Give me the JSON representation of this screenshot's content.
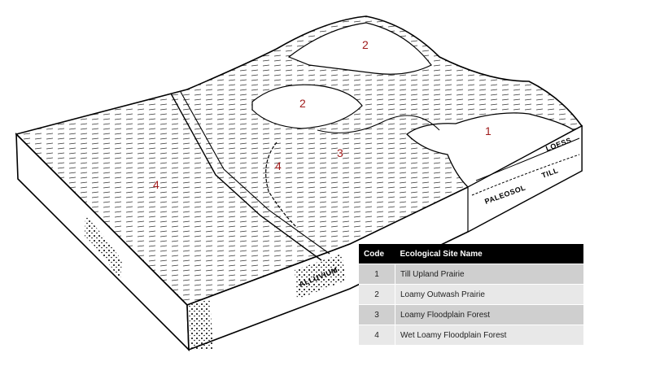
{
  "zones": {
    "z1": "1",
    "z2a": "2",
    "z2b": "2",
    "z3": "3",
    "z4a": "4",
    "z4b": "4"
  },
  "geology": {
    "loess": "LOESS",
    "paleosol": "PALEOSOL",
    "till": "TILL",
    "alluvium": "ALLUVIUM"
  },
  "legend": {
    "headers": {
      "code": "Code",
      "name": "Ecological Site Name"
    },
    "rows": [
      {
        "code": "1",
        "name": "Till Upland Prairie"
      },
      {
        "code": "2",
        "name": "Loamy Outwash Prairie"
      },
      {
        "code": "3",
        "name": "Loamy Floodplain Forest"
      },
      {
        "code": "4",
        "name": "Wet Loamy Floodplain Forest"
      }
    ]
  },
  "colors": {
    "label_red": "#a01c1c",
    "header_bg": "#000000",
    "row_dark": "#cfcfcf",
    "row_light": "#e8e8e8"
  }
}
